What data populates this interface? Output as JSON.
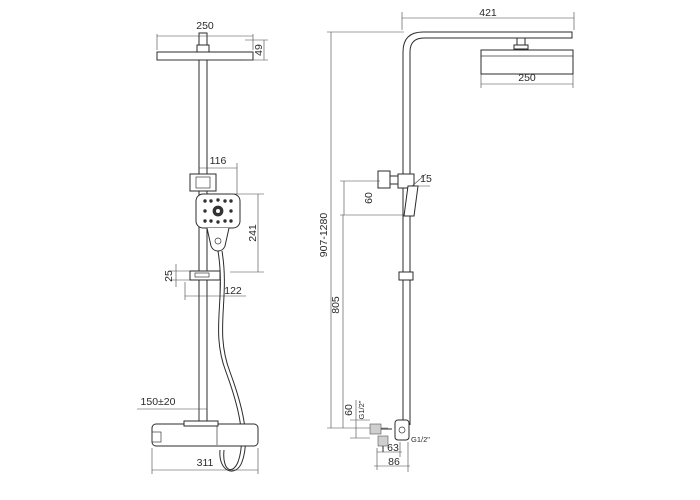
{
  "diagram": {
    "front_view": {
      "head_width": "250",
      "head_height": "49",
      "handshower_offset": "116",
      "handshower_length": "241",
      "holder_height": "25",
      "holder_width": "122",
      "wall_gap": "150±20",
      "mixer_width": "311"
    },
    "side_view": {
      "arm_projection": "421",
      "head_width": "250",
      "height_range": "907-1280",
      "bracket_drop": "60",
      "bracket_angle": "15",
      "column_height": "805",
      "inlet_left": "60",
      "thread_left": "G1/2\"",
      "thread_right": "G1/2\"",
      "inlet_depth": "63",
      "inlet_total": "86"
    }
  }
}
